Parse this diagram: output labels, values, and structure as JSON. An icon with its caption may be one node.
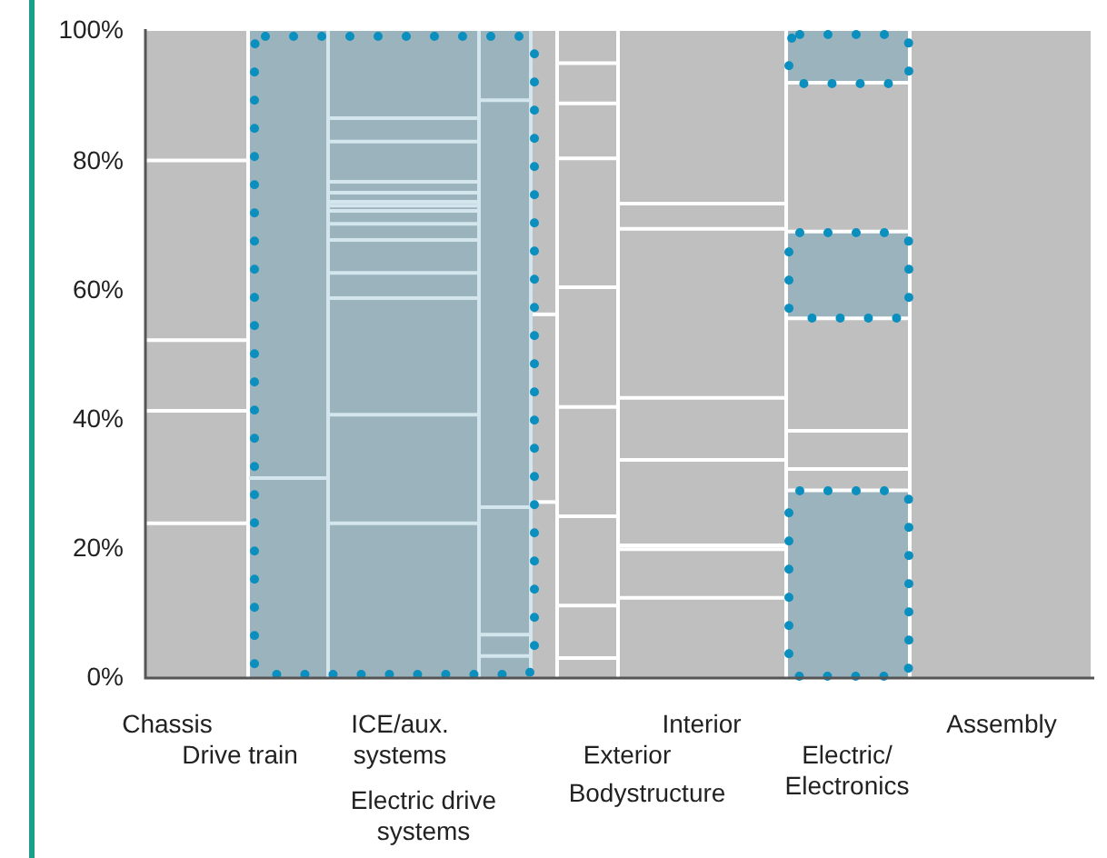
{
  "diagram": {
    "labels": [
      "100%",
      "80%",
      "60%",
      "40%",
      "20%",
      "0%",
      "Chassis",
      "ICE/aux. systems",
      "Interior",
      "Assembly",
      "Drive train",
      "Exterior",
      "Electric/ Electronics",
      "Bodystructure",
      "Electric drive systems"
    ]
  }
}
